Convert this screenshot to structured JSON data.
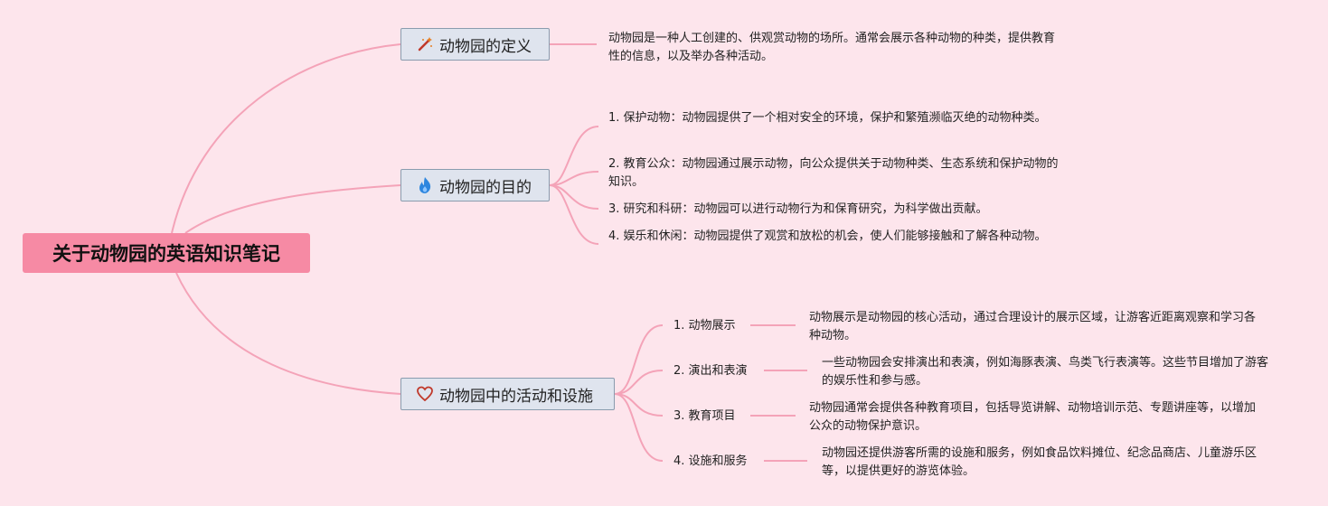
{
  "root": {
    "title": "关于动物园的英语知识笔记"
  },
  "branches": [
    {
      "label": "动物园的定义",
      "icon": "wand-icon",
      "leaves": [
        "动物园是一种人工创建的、供观赏动物的场所。通常会展示各种动物的种类，提供教育性的信息，以及举办各种活动。"
      ]
    },
    {
      "label": "动物园的目的",
      "icon": "fire-icon",
      "leaves": [
        "1. 保护动物：动物园提供了一个相对安全的环境，保护和繁殖濒临灭绝的动物种类。",
        "2. 教育公众：动物园通过展示动物，向公众提供关于动物种类、生态系统和保护动物的知识。",
        "3. 研究和科研：动物园可以进行动物行为和保育研究，为科学做出贡献。",
        "4. 娱乐和休闲：动物园提供了观赏和放松的机会，使人们能够接触和了解各种动物。"
      ]
    },
    {
      "label": "动物园中的活动和设施",
      "icon": "heart-icon",
      "subs": [
        {
          "label": "1. 动物展示",
          "text": "动物展示是动物园的核心活动，通过合理设计的展示区域，让游客近距离观察和学习各种动物。"
        },
        {
          "label": "2. 演出和表演",
          "text": "一些动物园会安排演出和表演，例如海豚表演、鸟类飞行表演等。这些节目增加了游客的娱乐性和参与感。"
        },
        {
          "label": "3. 教育项目",
          "text": "动物园通常会提供各种教育项目，包括导览讲解、动物培训示范、专题讲座等，以增加公众的动物保护意识。"
        },
        {
          "label": "4. 设施和服务",
          "text": "动物园还提供游客所需的设施和服务，例如食品饮料摊位、纪念品商店、儿童游乐区等，以提供更好的游览体验。"
        }
      ]
    }
  ],
  "colors": {
    "background": "#fde5ec",
    "root": "#f68aa4",
    "connector": "#f4a3b8",
    "branch_fill": "#dfe4ee",
    "branch_border": "#8a9cae"
  }
}
